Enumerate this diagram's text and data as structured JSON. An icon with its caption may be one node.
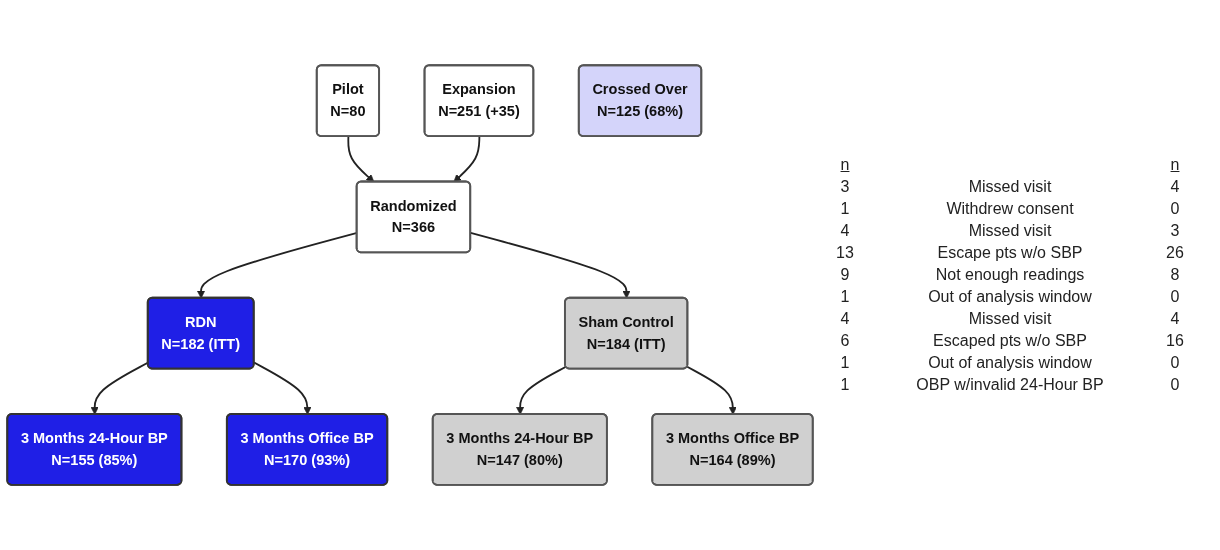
{
  "diagram": {
    "nodes": [
      {
        "text": [
          "Pilot",
          "N=80"
        ]
      },
      {
        "text": [
          "Expansion",
          "N=251 (+35)"
        ]
      },
      {
        "text": [
          "Randomized",
          "N=366"
        ]
      },
      {
        "text": [
          "RDN",
          "N=182 (ITT)"
        ]
      },
      {
        "text": [
          "Sham Control",
          "N=184 (ITT)"
        ]
      },
      {
        "text": [
          "3 Months 24-Hour BP",
          "N=155 (85%)"
        ]
      },
      {
        "text": [
          "3 Months 24-Hour BP",
          "N=147 (80%)"
        ]
      },
      {
        "text": [
          "3 Months Office BP",
          "N=170 (93%)"
        ]
      },
      {
        "text": [
          "3 Months Office BP",
          "N=164 (89%)"
        ]
      },
      {
        "text": [
          "Crossed Over",
          "N=125 (68%)"
        ]
      }
    ],
    "edges": [
      {
        "from": 0,
        "to": 2,
        "arrow": "to"
      },
      {
        "from": 1,
        "to": 2,
        "arrow": "to"
      },
      {
        "from": 2,
        "to": 3,
        "arrow": "to"
      },
      {
        "from": 2,
        "to": 4,
        "arrow": "to"
      },
      {
        "from": 3,
        "to": 5,
        "arrow": "to"
      },
      {
        "from": 3,
        "to": 7,
        "arrow": "to"
      },
      {
        "from": 4,
        "to": 6,
        "arrow": "to"
      },
      {
        "from": 4,
        "to": 8,
        "arrow": "to"
      }
    ],
    "labels": [
      "n",
      "n",
      "3",
      "Missed visit",
      "4",
      "1",
      "Withdrew consent",
      "0",
      "4",
      "Missed visit",
      "3",
      "13",
      "Escape pts w/o SBP",
      "26",
      "9",
      "Not enough readings",
      "8",
      "1",
      "Out of analysis window",
      "0",
      "4",
      "Missed visit",
      "4",
      "6",
      "Escaped pts w/o SBP",
      "16",
      "1",
      "Out of analysis window",
      "0",
      "1",
      "OBP w/invalid 24-Hour BP",
      "0"
    ]
  }
}
